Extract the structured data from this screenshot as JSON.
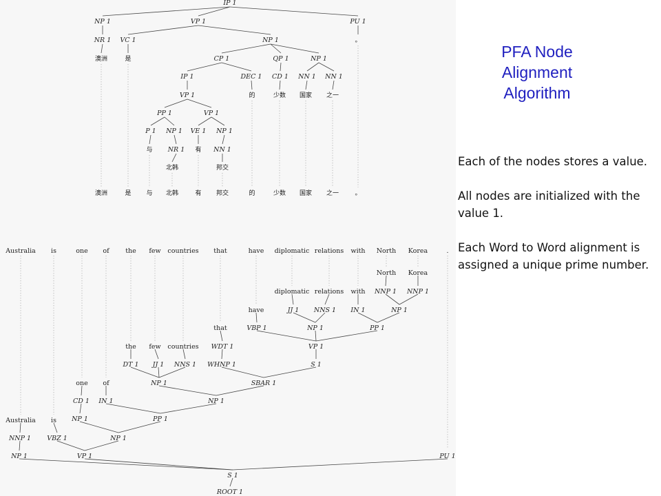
{
  "title_lines": [
    "PFA Node",
    "Alignment",
    "Algorithm"
  ],
  "paragraphs": [
    "Each of the nodes stores a value.",
    "All nodes are initialized with the value 1.",
    "Each Word to Word alignment is assigned a unique prime number."
  ],
  "chinese_tree": {
    "tokens": [
      "澳洲",
      "是",
      "与",
      "北韩",
      "有",
      "邦交",
      "的",
      "少数",
      "国家",
      "之一",
      "。"
    ],
    "nodes": [
      {
        "id": "ip",
        "label": "IP 1",
        "parent": null
      },
      {
        "id": "np_a",
        "label": "NP 1",
        "parent": "ip"
      },
      {
        "id": "vp_a",
        "label": "VP 1",
        "parent": "ip"
      },
      {
        "id": "pu",
        "label": "PU 1",
        "parent": "ip"
      },
      {
        "id": "nr_a",
        "label": "NR 1",
        "parent": "np_a"
      },
      {
        "id": "w_aozhou",
        "label": "澳洲",
        "parent": "nr_a",
        "zh": true
      },
      {
        "id": "vc",
        "label": "VC 1",
        "parent": "vp_a"
      },
      {
        "id": "w_shi",
        "label": "是",
        "parent": "vc",
        "zh": true
      },
      {
        "id": "np_b",
        "label": "NP 1",
        "parent": "vp_a"
      },
      {
        "id": "w_period",
        "label": "。",
        "parent": "pu",
        "zh": true
      },
      {
        "id": "cp",
        "label": "CP 1",
        "parent": "np_b"
      },
      {
        "id": "qp",
        "label": "QP 1",
        "parent": "np_b"
      },
      {
        "id": "np_c",
        "label": "NP 1",
        "parent": "np_b"
      },
      {
        "id": "ip2",
        "label": "IP 1",
        "parent": "cp"
      },
      {
        "id": "dec",
        "label": "DEC 1",
        "parent": "cp"
      },
      {
        "id": "cd",
        "label": "CD 1",
        "parent": "qp"
      },
      {
        "id": "nn_a",
        "label": "NN 1",
        "parent": "np_c"
      },
      {
        "id": "nn_b",
        "label": "NN 1",
        "parent": "np_c"
      },
      {
        "id": "vp_b",
        "label": "VP 1",
        "parent": "ip2"
      },
      {
        "id": "w_de",
        "label": "的",
        "parent": "dec",
        "zh": true
      },
      {
        "id": "w_shaoshu",
        "label": "少数",
        "parent": "cd",
        "zh": true
      },
      {
        "id": "w_guojia",
        "label": "国家",
        "parent": "nn_a",
        "zh": true
      },
      {
        "id": "w_zhiyi",
        "label": "之一",
        "parent": "nn_b",
        "zh": true
      },
      {
        "id": "pp",
        "label": "PP 1",
        "parent": "vp_b"
      },
      {
        "id": "vp_c",
        "label": "VP 1",
        "parent": "vp_b"
      },
      {
        "id": "p",
        "label": "P 1",
        "parent": "pp"
      },
      {
        "id": "np_d",
        "label": "NP 1",
        "parent": "pp"
      },
      {
        "id": "ve",
        "label": "VE 1",
        "parent": "vp_c"
      },
      {
        "id": "np_e",
        "label": "NP 1",
        "parent": "vp_c"
      },
      {
        "id": "w_yu",
        "label": "与",
        "parent": "p",
        "zh": true
      },
      {
        "id": "nr_b",
        "label": "NR 1",
        "parent": "np_d"
      },
      {
        "id": "w_you",
        "label": "有",
        "parent": "ve",
        "zh": true
      },
      {
        "id": "nn_c",
        "label": "NN 1",
        "parent": "np_e"
      },
      {
        "id": "w_beihan",
        "label": "北韩",
        "parent": "nr_b",
        "zh": true
      },
      {
        "id": "w_bangjiao",
        "label": "邦交",
        "parent": "nn_c",
        "zh": true
      }
    ]
  },
  "english_tree": {
    "tokens": [
      "Australia",
      "is",
      "one",
      "of",
      "the",
      "few",
      "countries",
      "that",
      "have",
      "diplomatic",
      "relations",
      "with",
      "North",
      "Korea",
      "."
    ],
    "nodes": [
      {
        "id": "root",
        "label": "ROOT 1",
        "parent": null
      },
      {
        "id": "s",
        "label": "S 1",
        "parent": "root"
      },
      {
        "id": "np1",
        "label": "NP 1",
        "parent": "s"
      },
      {
        "id": "vp1",
        "label": "VP 1",
        "parent": "s"
      },
      {
        "id": "pu1",
        "label": "PU 1",
        "parent": "s"
      },
      {
        "id": "nnp1",
        "label": "NNP 1",
        "parent": "np1"
      },
      {
        "id": "vbz",
        "label": "VBZ 1",
        "parent": "vp1"
      },
      {
        "id": "np2",
        "label": "NP 1",
        "parent": "vp1"
      },
      {
        "id": "w_australia",
        "label": "Australia",
        "parent": "nnp1"
      },
      {
        "id": "w_is",
        "label": "is",
        "parent": "vbz"
      },
      {
        "id": "np3",
        "label": "NP 1",
        "parent": "np2"
      },
      {
        "id": "pp1",
        "label": "PP 1",
        "parent": "np2"
      },
      {
        "id": "cd1",
        "label": "CD 1",
        "parent": "np3"
      },
      {
        "id": "in1",
        "label": "IN 1",
        "parent": "pp1"
      },
      {
        "id": "np4",
        "label": "NP 1",
        "parent": "pp1"
      },
      {
        "id": "w_one",
        "label": "one",
        "parent": "cd1"
      },
      {
        "id": "w_of",
        "label": "of",
        "parent": "in1"
      },
      {
        "id": "np5",
        "label": "NP 1",
        "parent": "np4"
      },
      {
        "id": "sbar",
        "label": "SBAR 1",
        "parent": "np4"
      },
      {
        "id": "dt",
        "label": "DT 1",
        "parent": "np5"
      },
      {
        "id": "jj1",
        "label": "JJ 1",
        "parent": "np5"
      },
      {
        "id": "nns1",
        "label": "NNS 1",
        "parent": "np5"
      },
      {
        "id": "whnp",
        "label": "WHNP 1",
        "parent": "sbar"
      },
      {
        "id": "s2",
        "label": "S 1",
        "parent": "sbar"
      },
      {
        "id": "w_the",
        "label": "the",
        "parent": "dt"
      },
      {
        "id": "w_few",
        "label": "few",
        "parent": "jj1"
      },
      {
        "id": "w_countries",
        "label": "countries",
        "parent": "nns1"
      },
      {
        "id": "wdt",
        "label": "WDT 1",
        "parent": "whnp"
      },
      {
        "id": "vp2",
        "label": "VP 1",
        "parent": "s2"
      },
      {
        "id": "w_that",
        "label": "that",
        "parent": "wdt"
      },
      {
        "id": "vbp",
        "label": "VBP 1",
        "parent": "vp2"
      },
      {
        "id": "np6",
        "label": "NP 1",
        "parent": "vp2"
      },
      {
        "id": "pp2",
        "label": "PP 1",
        "parent": "vp2"
      },
      {
        "id": "w_have",
        "label": "have",
        "parent": "vbp"
      },
      {
        "id": "jj2",
        "label": "JJ 1",
        "parent": "np6"
      },
      {
        "id": "nns2",
        "label": "NNS 1",
        "parent": "np6"
      },
      {
        "id": "in2",
        "label": "IN 1",
        "parent": "pp2"
      },
      {
        "id": "np7",
        "label": "NP 1",
        "parent": "pp2"
      },
      {
        "id": "w_diplomatic",
        "label": "diplomatic",
        "parent": "jj2"
      },
      {
        "id": "w_relations",
        "label": "relations",
        "parent": "nns2"
      },
      {
        "id": "w_with",
        "label": "with",
        "parent": "in2"
      },
      {
        "id": "nnp2",
        "label": "NNP 1",
        "parent": "np7"
      },
      {
        "id": "nnp3",
        "label": "NNP 1",
        "parent": "np7"
      },
      {
        "id": "w_north",
        "label": "North",
        "parent": "nnp2"
      },
      {
        "id": "w_korea",
        "label": "Korea",
        "parent": "nnp3"
      }
    ]
  }
}
